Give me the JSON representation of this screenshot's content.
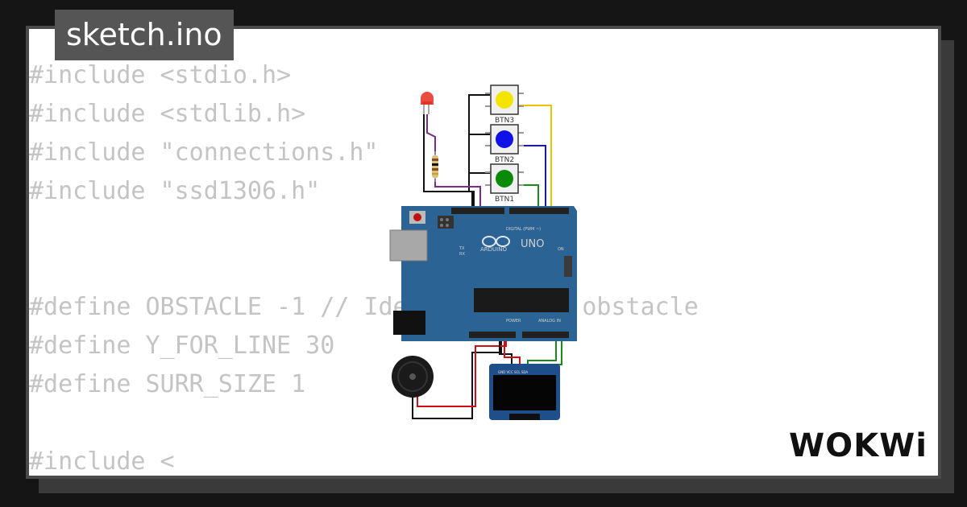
{
  "file_tab": {
    "label": "sketch.ino"
  },
  "code_lines": [
    "#include <stdio.h>",
    "#include <stdlib.h>",
    "#include \"connections.h\"",
    "#include \"ssd1306.h\"",
    "",
    "",
    "#define OBSTACLE -1 // Identifier for obstacle",
    "#define Y_FOR_LINE 30",
    "#define SURR_SIZE 1",
    "",
    "#include <"
  ],
  "circuit": {
    "buttons": [
      {
        "label": "BTN3",
        "color": "#f5e400"
      },
      {
        "label": "BTN2",
        "color": "#1010e8"
      },
      {
        "label": "BTN1",
        "color": "#0a8a0a"
      }
    ],
    "board": {
      "brand": "ARDUINO",
      "model": "UNO",
      "digital_label": "DIGITAL (PWM ~)",
      "power_label": "POWER",
      "analog_label": "ANALOG IN",
      "on_label": "ON",
      "tx_label": "TX",
      "rx_label": "RX",
      "color": "#2b6494"
    },
    "oled_pins": "GND VCC SCL SDA"
  },
  "brand_logo": {
    "text": "WOKWi"
  }
}
